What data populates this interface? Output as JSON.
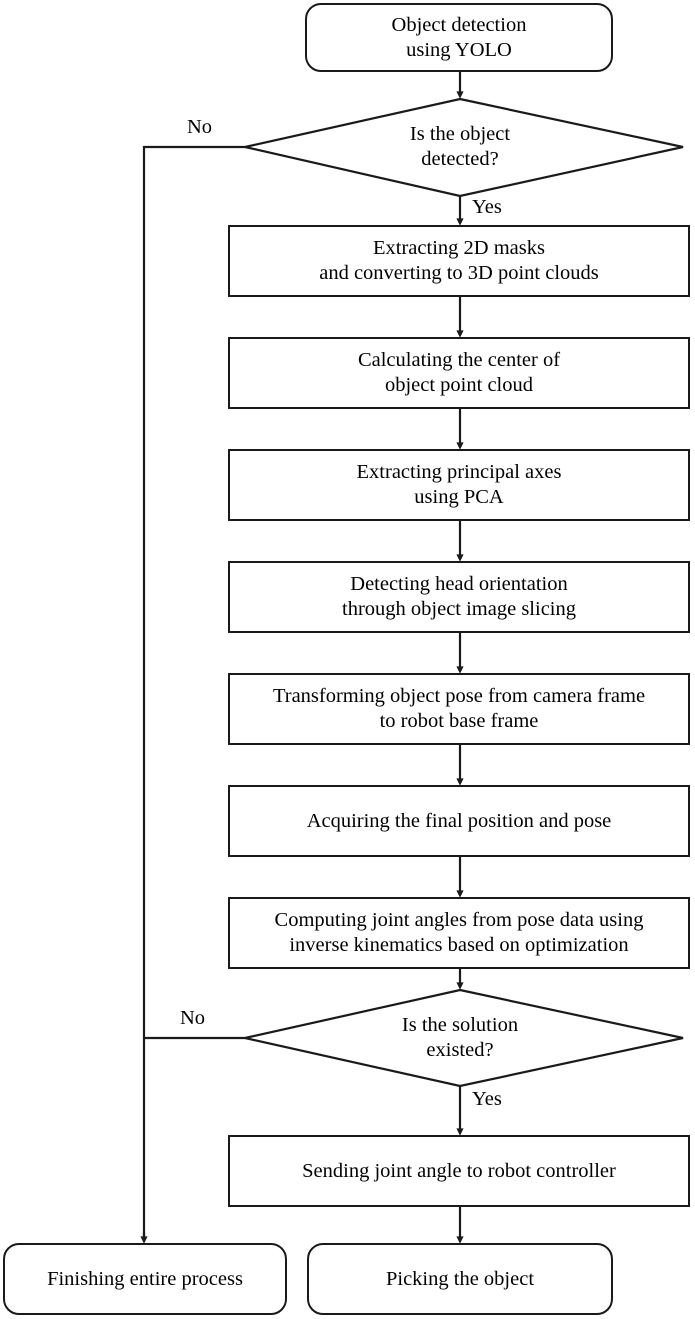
{
  "diagram": {
    "title": "Object detection and robotic picking flowchart",
    "type": "flowchart",
    "colors": {
      "stroke": "#1a1a1a",
      "fill": "#ffffff",
      "text": "#000000"
    },
    "nodes": [
      {
        "id": "start",
        "shape": "terminal",
        "text": "Object detection\nusing YOLO"
      },
      {
        "id": "decision-object-detected",
        "shape": "decision",
        "text": "Is the object\ndetected?"
      },
      {
        "id": "extract-masks",
        "shape": "process",
        "text": "Extracting 2D masks\nand converting to 3D point clouds"
      },
      {
        "id": "calculate-center",
        "shape": "process",
        "text": "Calculating the center of\nobject point cloud"
      },
      {
        "id": "extract-pca",
        "shape": "process",
        "text": "Extracting principal axes\nusing PCA"
      },
      {
        "id": "detect-head-orientation",
        "shape": "process",
        "text": "Detecting head orientation\nthrough object image slicing"
      },
      {
        "id": "transform-pose",
        "shape": "process",
        "text": "Transforming object pose from camera frame\nto robot base frame"
      },
      {
        "id": "acquire-final-pose",
        "shape": "process",
        "text": "Acquiring the final position and pose"
      },
      {
        "id": "compute-joint-angles",
        "shape": "process",
        "text": "Computing joint angles from pose data using\ninverse kinematics  based on optimization"
      },
      {
        "id": "decision-solution-existed",
        "shape": "decision",
        "text": "Is the solution\nexisted?"
      },
      {
        "id": "send-joint-angle",
        "shape": "process",
        "text": "Sending joint angle to robot controller"
      },
      {
        "id": "finish-process",
        "shape": "terminal",
        "text": "Finishing entire process"
      },
      {
        "id": "pick-object",
        "shape": "terminal",
        "text": "Picking the object"
      }
    ],
    "edge_labels": {
      "decision1_no": "No",
      "decision1_yes": "Yes",
      "decision2_no": "No",
      "decision2_yes": "Yes"
    }
  }
}
